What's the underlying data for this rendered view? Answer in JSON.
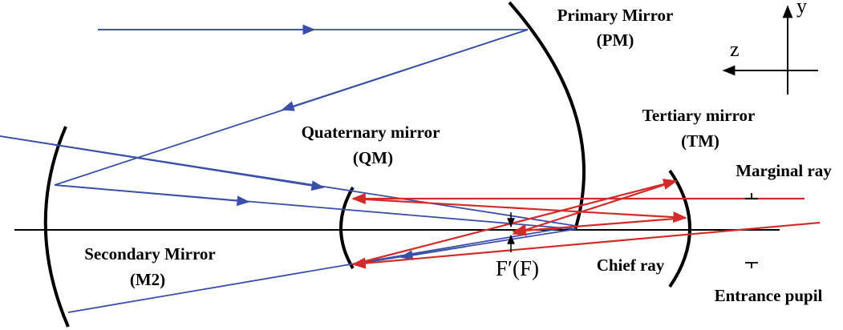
{
  "labels": {
    "primary_line1": "Primary Mirror",
    "primary_line2": "(PM)",
    "quaternary_line1": "Quaternary mirror",
    "quaternary_line2": "(QM)",
    "tertiary_line1": "Tertiary mirror",
    "tertiary_line2": "(TM)",
    "secondary_line1": "Secondary Mirror",
    "secondary_line2": "(M2)",
    "focus": "F′(F)",
    "chief_ray": "Chief ray",
    "marginal_ray": "Marginal ray",
    "entrance_pupil": "Entrance pupil",
    "axis_y": "y",
    "axis_z": "z"
  },
  "colors": {
    "blue_ray": "#3a4fa8",
    "red_ray": "#d42a2a",
    "mirror": "#000000",
    "axis": "#000000"
  }
}
